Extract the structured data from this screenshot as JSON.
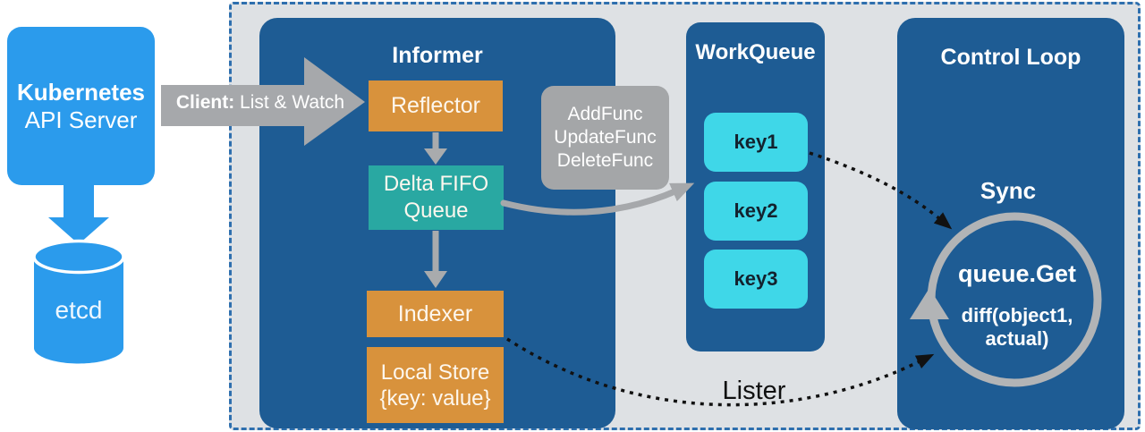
{
  "api_server": {
    "line1": "Kubernetes",
    "line2": "API Server"
  },
  "etcd": {
    "label": "etcd"
  },
  "client_arrow": {
    "label_bold": "Client:",
    "label_rest": " List & Watch"
  },
  "informer": {
    "title": "Informer",
    "reflector": "Reflector",
    "delta_fifo": {
      "line1": "Delta FIFO",
      "line2": "Queue"
    },
    "indexer": "Indexer",
    "local_store": {
      "line1": "Local Store",
      "line2": "{key: value}"
    }
  },
  "handlers": {
    "line1": "AddFunc",
    "line2": "UpdateFunc",
    "line3": "DeleteFunc"
  },
  "workqueue": {
    "title": "WorkQueue",
    "keys": [
      "key1",
      "key2",
      "key3"
    ]
  },
  "control_loop": {
    "title": "Control Loop",
    "sync": "Sync",
    "queue_get": "queue.Get",
    "diff": {
      "line1": "diff(object1,",
      "line2": "actual)"
    }
  },
  "lister": {
    "label": "Lister"
  },
  "colors": {
    "bright_blue": "#2b9bec",
    "panel_blue": "#1e5c94",
    "orange": "#d8923c",
    "teal": "#29a8a2",
    "cyan": "#3fd7e8",
    "arrow_gray": "#a6a8ab",
    "container_bg": "#dee1e4",
    "dashed_border": "#2e6fae",
    "dotted_arrow": "#111111"
  }
}
